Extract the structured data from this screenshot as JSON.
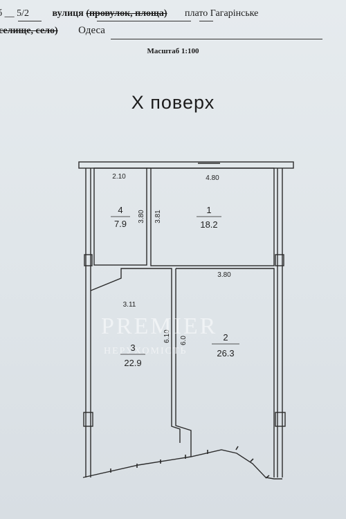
{
  "header": {
    "line1_prefix": "б __",
    "building_no": "5/2",
    "street_label": "вулиця",
    "street_struck": "(провулок, площа)",
    "street_value": "плато Гагарінське",
    "line2_struck": "селище, село)",
    "city": "Одеса"
  },
  "scale_label": "Масштаб 1:100",
  "floor_title": "Х  поверх",
  "rooms": [
    {
      "number": "1",
      "area": "18.2"
    },
    {
      "number": "2",
      "area": "26.3"
    },
    {
      "number": "3",
      "area": "22.9"
    },
    {
      "number": "4",
      "area": "7.9"
    }
  ],
  "dimensions": {
    "top_room4_width": "2.10",
    "top_room1_width": "4.80",
    "room4_height": "3.80",
    "room1_height": "3.81",
    "room2_width": "3.80",
    "room3_width": "3.11",
    "room3_height": "6.10",
    "room2_height": "6.0"
  },
  "watermark": {
    "brand": "PREMIER",
    "subtitle": "НЕРУХОМІСТЬ"
  }
}
